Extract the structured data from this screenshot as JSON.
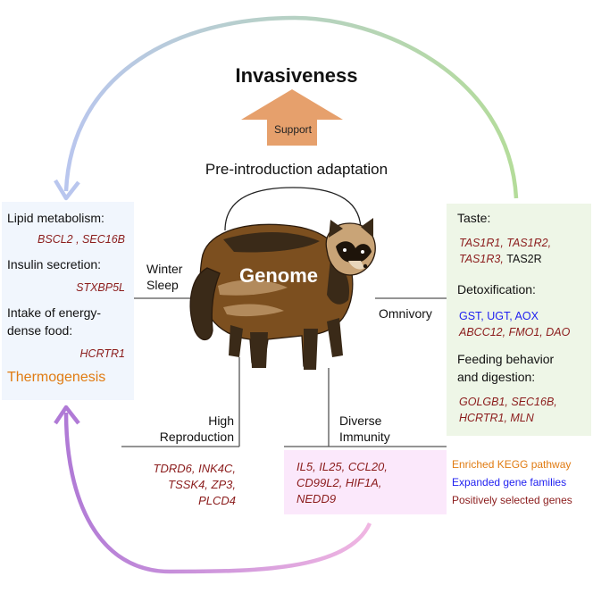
{
  "title": "Invasiveness",
  "support_label": "Support",
  "pre_adaptation": "Pre-introduction adaptation",
  "center_label": "Genome",
  "traits": {
    "winter_sleep": [
      "Winter",
      "Sleep"
    ],
    "omnivory": "Omnivory",
    "high_reproduction": [
      "High",
      "Reproduction"
    ],
    "diverse_immunity": [
      "Diverse",
      "Immunity"
    ]
  },
  "left_panel": {
    "lipid_heading": "Lipid metabolism:",
    "lipid_genes": "BSCL2 , SEC16B",
    "insulin_heading": "Insulin secretion:",
    "insulin_genes": "STXBP5L",
    "intake_heading": [
      "Intake of energy-",
      "dense food:"
    ],
    "intake_genes": "HCRTR1",
    "pathway": "Thermogenesis"
  },
  "right_panel": {
    "taste_heading": "Taste:",
    "taste_genes_1": "TAS1R1, TAS1R2,",
    "taste_genes_2": "TAS1R3,",
    "taste_genes_2_plain": "TAS2R",
    "detox_heading": "Detoxification:",
    "detox_expanded": "GST, UGT, AOX",
    "detox_selected": "ABCC12, FMO1, DAO",
    "feeding_heading": [
      "Feeding behavior",
      "and digestion:"
    ],
    "feeding_genes_1": "GOLGB1, SEC16B,",
    "feeding_genes_2": "HCRTR1, MLN"
  },
  "reproduction_genes": [
    "TDRD6, INK4C,",
    "TSSK4, ZP3,",
    "PLCD4"
  ],
  "immunity_genes": [
    "IL5, IL25, CCL20,",
    "CD99L2, HIF1A,",
    "NEDD9"
  ],
  "legend": {
    "kegg": "Enriched KEGG pathway",
    "expanded": "Expanded gene families",
    "selected": "Positively selected genes"
  },
  "colors": {
    "kegg": "#e07b12",
    "expanded": "#1f1ff0",
    "selected": "#8b1c1c",
    "arrow": "#e6a06c",
    "top_arc_left": "#b9c6ee",
    "top_arc_right": "#b4dc9a",
    "bottom_arc_left": "#b07ad6",
    "bottom_arc_right": "#f0b6e2"
  }
}
